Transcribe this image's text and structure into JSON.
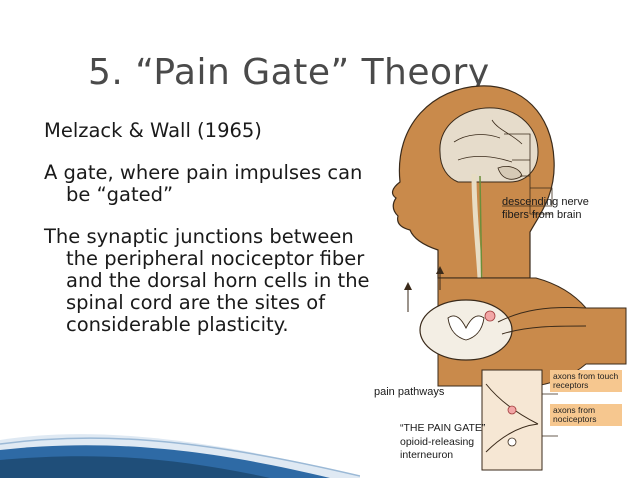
{
  "slide": {
    "title": "5. “Pain Gate” Theory",
    "paragraphs": [
      "Melzack & Wall (1965)",
      "A gate, where pain impulses can be “gated”",
      "The synaptic junctions between the peripheral nociceptor fiber and the dorsal horn cells in the spinal cord are the sites of considerable plasticity."
    ]
  },
  "figure": {
    "labels": {
      "descending": "descending nerve fibers from brain",
      "pain_pathways": "pain pathways",
      "pain_gate": "“THE PAIN GATE”",
      "opioid": "opioid-releasing interneuron",
      "touch": "axons from touch receptors",
      "nociceptors": "axons from nociceptors"
    }
  },
  "colors": {
    "skin": "#c98a4b",
    "tag": "#f6c78f",
    "accent_blue": "#1f4e79"
  }
}
